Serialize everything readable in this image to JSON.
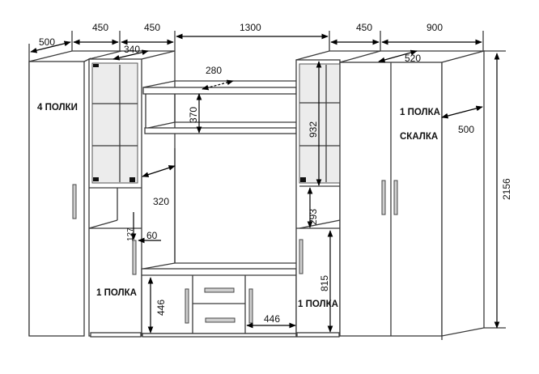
{
  "dimensions": {
    "top_left_depth": "500",
    "top_col1_width": "450",
    "top_col2_width": "450",
    "top_center_width": "1300",
    "top_col4_width": "450",
    "top_wardrobe_width": "900",
    "glass_depth": "340",
    "shelf_depth": "280",
    "wardrobe_inner_depth": "520",
    "shelf_height": "370",
    "glass_height": "932",
    "wardrobe_depth": "500",
    "total_height": "2156",
    "center_depth": "320",
    "niche_height": "293",
    "small_offset": "127",
    "handle_offset": "60",
    "door_height": "815",
    "tv_height": "446",
    "tv_door_width": "446"
  },
  "labels": {
    "left_cabinet": "4 ПОЛКИ",
    "wardrobe_shelf": "1 ПОЛКА",
    "wardrobe_rod": "СКАЛКА",
    "left_lower": "1 ПОЛКА",
    "right_lower": "1 ПОЛКА"
  },
  "colors": {
    "line": "#3a3a3a",
    "glass": "#ececec",
    "handle": "#cfcfcf"
  }
}
